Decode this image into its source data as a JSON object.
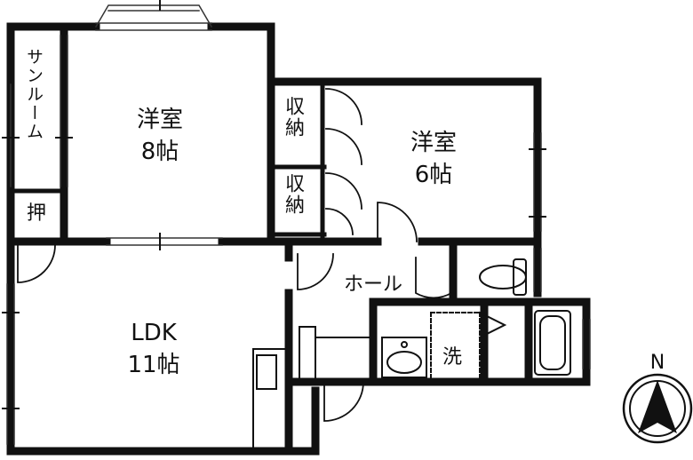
{
  "rooms": {
    "western_8": {
      "name": "洋室",
      "size": "8帖"
    },
    "western_6": {
      "name": "洋室",
      "size": "6帖"
    },
    "ldk": {
      "name": "LDK",
      "size": "11帖"
    },
    "sunroom": "サンルーム",
    "oshiire": "押",
    "closet_1": "収納",
    "closet_2": "収納",
    "hall": "ホール",
    "wash": "洗"
  },
  "compass": {
    "label": "N"
  },
  "colors": {
    "wall": "#111111",
    "background": "#ffffff",
    "line": "#444444"
  }
}
